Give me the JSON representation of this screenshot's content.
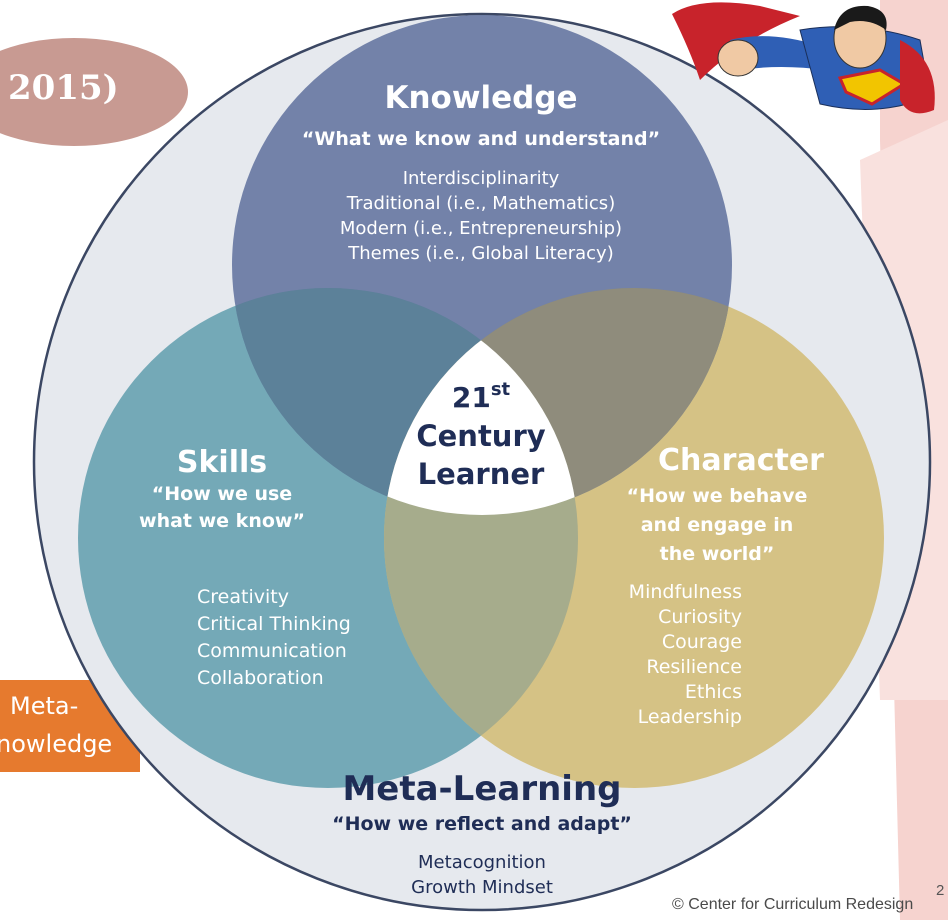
{
  "slide": {
    "title_fragment": "2015)",
    "meta_box": {
      "line1": "Meta-",
      "line2": "nowledge"
    },
    "footer": "© Center for Curriculum Redesign",
    "page_number": "2"
  },
  "diagram": {
    "knowledge": {
      "title": "Knowledge",
      "subtitle": "“What we know and understand”",
      "items": [
        "Interdisciplinarity",
        "Traditional (i.e., Mathematics)",
        "Modern (i.e., Entrepreneurship)",
        "Themes (i.e., Global Literacy)"
      ]
    },
    "skills": {
      "title": "Skills",
      "subtitle": [
        "“How we use",
        "what we know”"
      ],
      "items": [
        "Creativity",
        "Critical Thinking",
        "Communication",
        "Collaboration"
      ]
    },
    "character": {
      "title": "Character",
      "subtitle": [
        "“How we behave",
        "and engage in",
        "the world”"
      ],
      "items": [
        "Mindfulness",
        "Curiosity",
        "Courage",
        "Resilience",
        "Ethics",
        "Leadership"
      ]
    },
    "center": {
      "line1": "21",
      "sup": "st",
      "line2": "Century",
      "line3": "Learner"
    },
    "meta_learning": {
      "title": "Meta-Learning",
      "subtitle": "“How we reflect and adapt”",
      "items": [
        "Metacognition",
        "Growth Mindset"
      ]
    }
  },
  "colors": {
    "knowledge": "#5d6f99",
    "skills": "#6aa3b2",
    "character": "#d2bc79",
    "outer_circle": "#e4e7ec",
    "outer_stroke": "#3b4763",
    "dark_text": "#1f2d56",
    "title_pill": "#c89a92",
    "meta_box": "#e67a2e",
    "background_accent": "#f3c7c2"
  }
}
